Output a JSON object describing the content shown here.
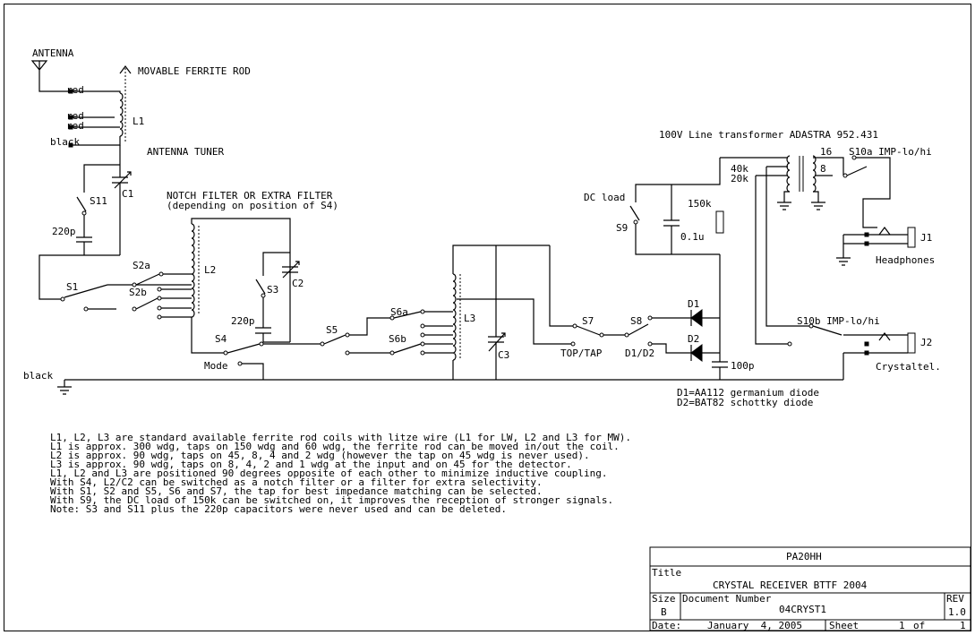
{
  "labels": {
    "antenna": "ANTENNA",
    "ferrite": "MOVABLE FERRITE ROD",
    "red1": "red",
    "red2": "red",
    "red3": "red",
    "black1": "black",
    "black2": "black",
    "L1": "L1",
    "tuner": "ANTENNA TUNER",
    "C1": "C1",
    "S11": "S11",
    "c220a": "220p",
    "notch1": "NOTCH FILTER OR EXTRA FILTER",
    "notch2": "(depending on position of S4)",
    "S1": "S1",
    "S2a": "S2a",
    "S2b": "S2b",
    "L2": "L2",
    "S3": "S3",
    "C2": "C2",
    "c220b": "220p",
    "S4": "S4",
    "mode": "Mode",
    "S5": "S5",
    "S6a": "S6a",
    "S6b": "S6b",
    "L3": "L3",
    "C3": "C3",
    "S7": "S7",
    "toptap": "TOP/TAP",
    "S8": "S8",
    "d1d2": "D1/D2",
    "D1": "D1",
    "D2": "D2",
    "c100p": "100p",
    "dcload": "DC load",
    "S9": "S9",
    "c01u": "0.1u",
    "r150k": "150k",
    "transformer": "100V Line transformer ADASTRA 952.431",
    "t40k": "40k",
    "t20k": "20k",
    "t16": "16",
    "t8": "8",
    "S10a": "S10a IMP-lo/hi",
    "J1": "J1",
    "headphones": "Headphones",
    "S10b": "S10b IMP-lo/hi",
    "J2": "J2",
    "crystaltel": "Crystaltel.",
    "d1note": "D1=AA112 germanium diode",
    "d2note": "D2=BAT82 schottky diode"
  },
  "notes": [
    "L1, L2, L3 are standard available ferrite rod coils with litze wire (L1 for LW, L2 and L3 for MW).",
    "L1 is approx. 300 wdg, taps on 150 wdg and 60 wdg, the ferrite rod can be moved in/out the coil.",
    "L2 is approx. 90 wdg, taps on 45, 8, 4 and 2 wdg (however the tap on 45 wdg is never used).",
    "L3 is approx. 90 wdg, taps on 8, 4, 2 and 1 wdg at the input and on 45 for the detector.",
    "L1, L2 and L3 are positioned 90 degrees opposite of each other to minimize inductive coupling.",
    "With S4, L2/C2 can be switched as a notch filter or a filter for extra selectivity.",
    "With S1, S2 and S5, S6 and S7, the tap for best impedance matching can be selected.",
    "With S9, the DC load of 150k can be switched on, it improves the reception of stronger signals.",
    "Note: S3 and S11 plus the 220p capacitors were never used and can be deleted."
  ],
  "titleblock": {
    "company": "PA20HH",
    "title_label": "Title",
    "title": "CRYSTAL RECEIVER BTTF 2004",
    "size_label": "Size",
    "size": "B",
    "docnum_label": "Document Number",
    "docnum": "04CRYST1",
    "rev_label": "REV",
    "rev": "1.0",
    "date_label": "Date:",
    "date": "January  4, 2005",
    "sheet_label": "Sheet",
    "sheet": "1",
    "of_label": "of",
    "of": "1"
  }
}
